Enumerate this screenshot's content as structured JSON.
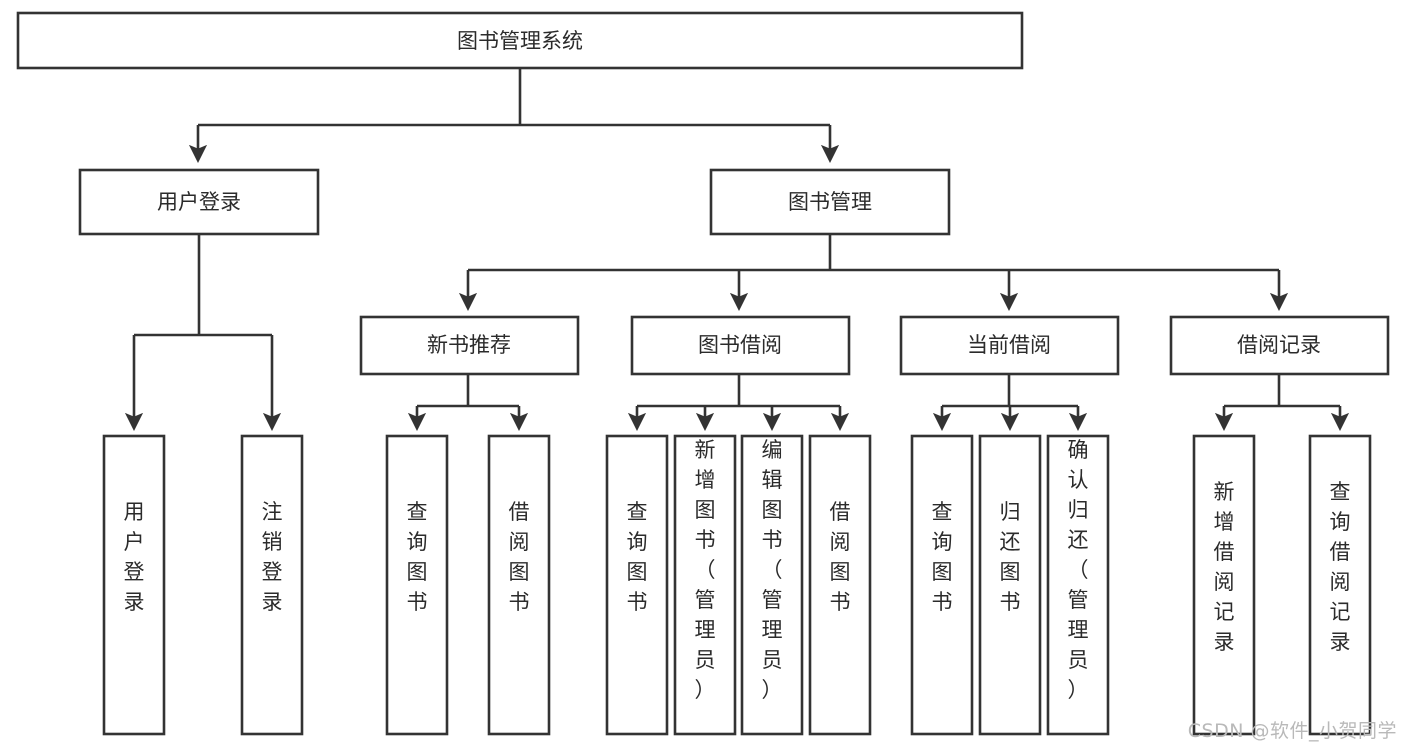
{
  "diagram": {
    "title": "图书管理系统",
    "watermark": "CSDN @软件_小贺同学",
    "accent_color": "#333333",
    "background_color": "#ffffff",
    "text_color": "#2b2b2b",
    "root": {
      "label": "图书管理系统"
    },
    "level2": [
      {
        "label": "用户登录"
      },
      {
        "label": "图书管理"
      }
    ],
    "level3": [
      {
        "label": "新书推荐"
      },
      {
        "label": "图书借阅"
      },
      {
        "label": "当前借阅"
      },
      {
        "label": "借阅记录"
      }
    ],
    "leaves": {
      "user_login": [
        {
          "label": "用户登录"
        },
        {
          "label": "注销登录"
        }
      ],
      "new_book_recommend": [
        {
          "label": "查询图书"
        },
        {
          "label": "借阅图书"
        }
      ],
      "book_borrow": [
        {
          "label": "查询图书"
        },
        {
          "label": "新增图书（管理员）"
        },
        {
          "label": "编辑图书（管理员）"
        },
        {
          "label": "借阅图书"
        }
      ],
      "current_borrow": [
        {
          "label": "查询图书"
        },
        {
          "label": "归还图书"
        },
        {
          "label": "确认归还（管理员）"
        }
      ],
      "borrow_record": [
        {
          "label": "新增借阅记录"
        },
        {
          "label": "查询借阅记录"
        }
      ]
    }
  }
}
